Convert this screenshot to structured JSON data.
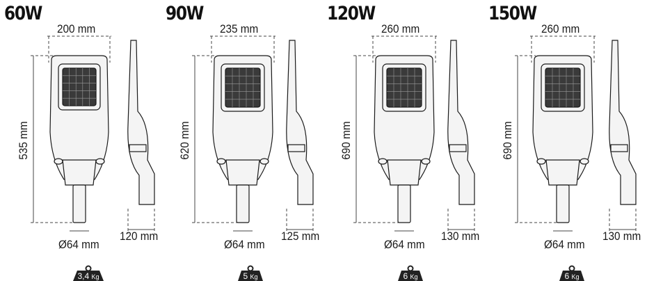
{
  "models": [
    {
      "power": "60W",
      "width": "200 mm",
      "height": "535 mm",
      "diameter": "Ø64 mm",
      "depth": "120 mm",
      "weight_value": "3,4",
      "weight_unit": "Kg"
    },
    {
      "power": "90W",
      "width": "235 mm",
      "height": "620 mm",
      "diameter": "Ø64 mm",
      "depth": "125 mm",
      "weight_value": "5",
      "weight_unit": "Kg"
    },
    {
      "power": "120W",
      "width": "260 mm",
      "height": "690 mm",
      "diameter": "Ø64 mm",
      "depth": "130 mm",
      "weight_value": "6",
      "weight_unit": "Kg"
    },
    {
      "power": "150W",
      "width": "260 mm",
      "height": "690 mm",
      "diameter": "Ø64 mm",
      "depth": "130 mm",
      "weight_value": "6",
      "weight_unit": "Kg"
    }
  ],
  "icons": {
    "front_view": "streetlight-front-icon",
    "side_view": "streetlight-side-icon",
    "weight": "weight-icon"
  },
  "colors": {
    "line": "#1a1a1a",
    "body_fill": "#f4f4f4",
    "led_fill": "#3a3a3a",
    "weight_fill": "#222222"
  }
}
